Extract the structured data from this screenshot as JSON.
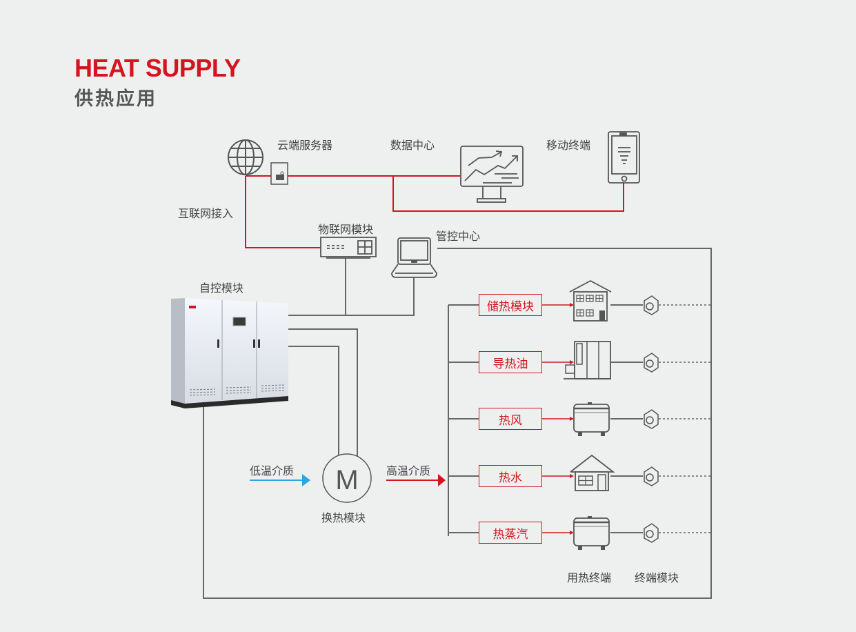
{
  "header": {
    "title_en": "HEAT SUPPLY",
    "title_cn": "供热应用"
  },
  "nodes": {
    "internet_access": "互联网接入",
    "cloud_server": "云端服务器",
    "data_center": "数据中心",
    "mobile_terminal": "移动终端",
    "iot_module": "物联网模块",
    "control_center": "管控中心",
    "self_control_module": "自控模块",
    "low_temp_medium": "低温介质",
    "high_temp_medium": "高温介质",
    "heat_exchange_module": "换热模块",
    "heat_exchange_symbol": "M"
  },
  "branches": [
    {
      "label": "储热模块",
      "terminal_icon": "building-icon"
    },
    {
      "label": "导热油",
      "terminal_icon": "industrial-machine-icon"
    },
    {
      "label": "热风",
      "terminal_icon": "heater-tank-icon"
    },
    {
      "label": "热水",
      "terminal_icon": "house-icon"
    },
    {
      "label": "热蒸汽",
      "terminal_icon": "heater-tank-icon"
    }
  ],
  "footer_labels": {
    "heat_terminal": "用热终端",
    "terminal_module": "终端模块"
  },
  "colors": {
    "accent_red": "#d3151f",
    "cold_blue": "#2ea6df",
    "line_gray": "#666666"
  }
}
